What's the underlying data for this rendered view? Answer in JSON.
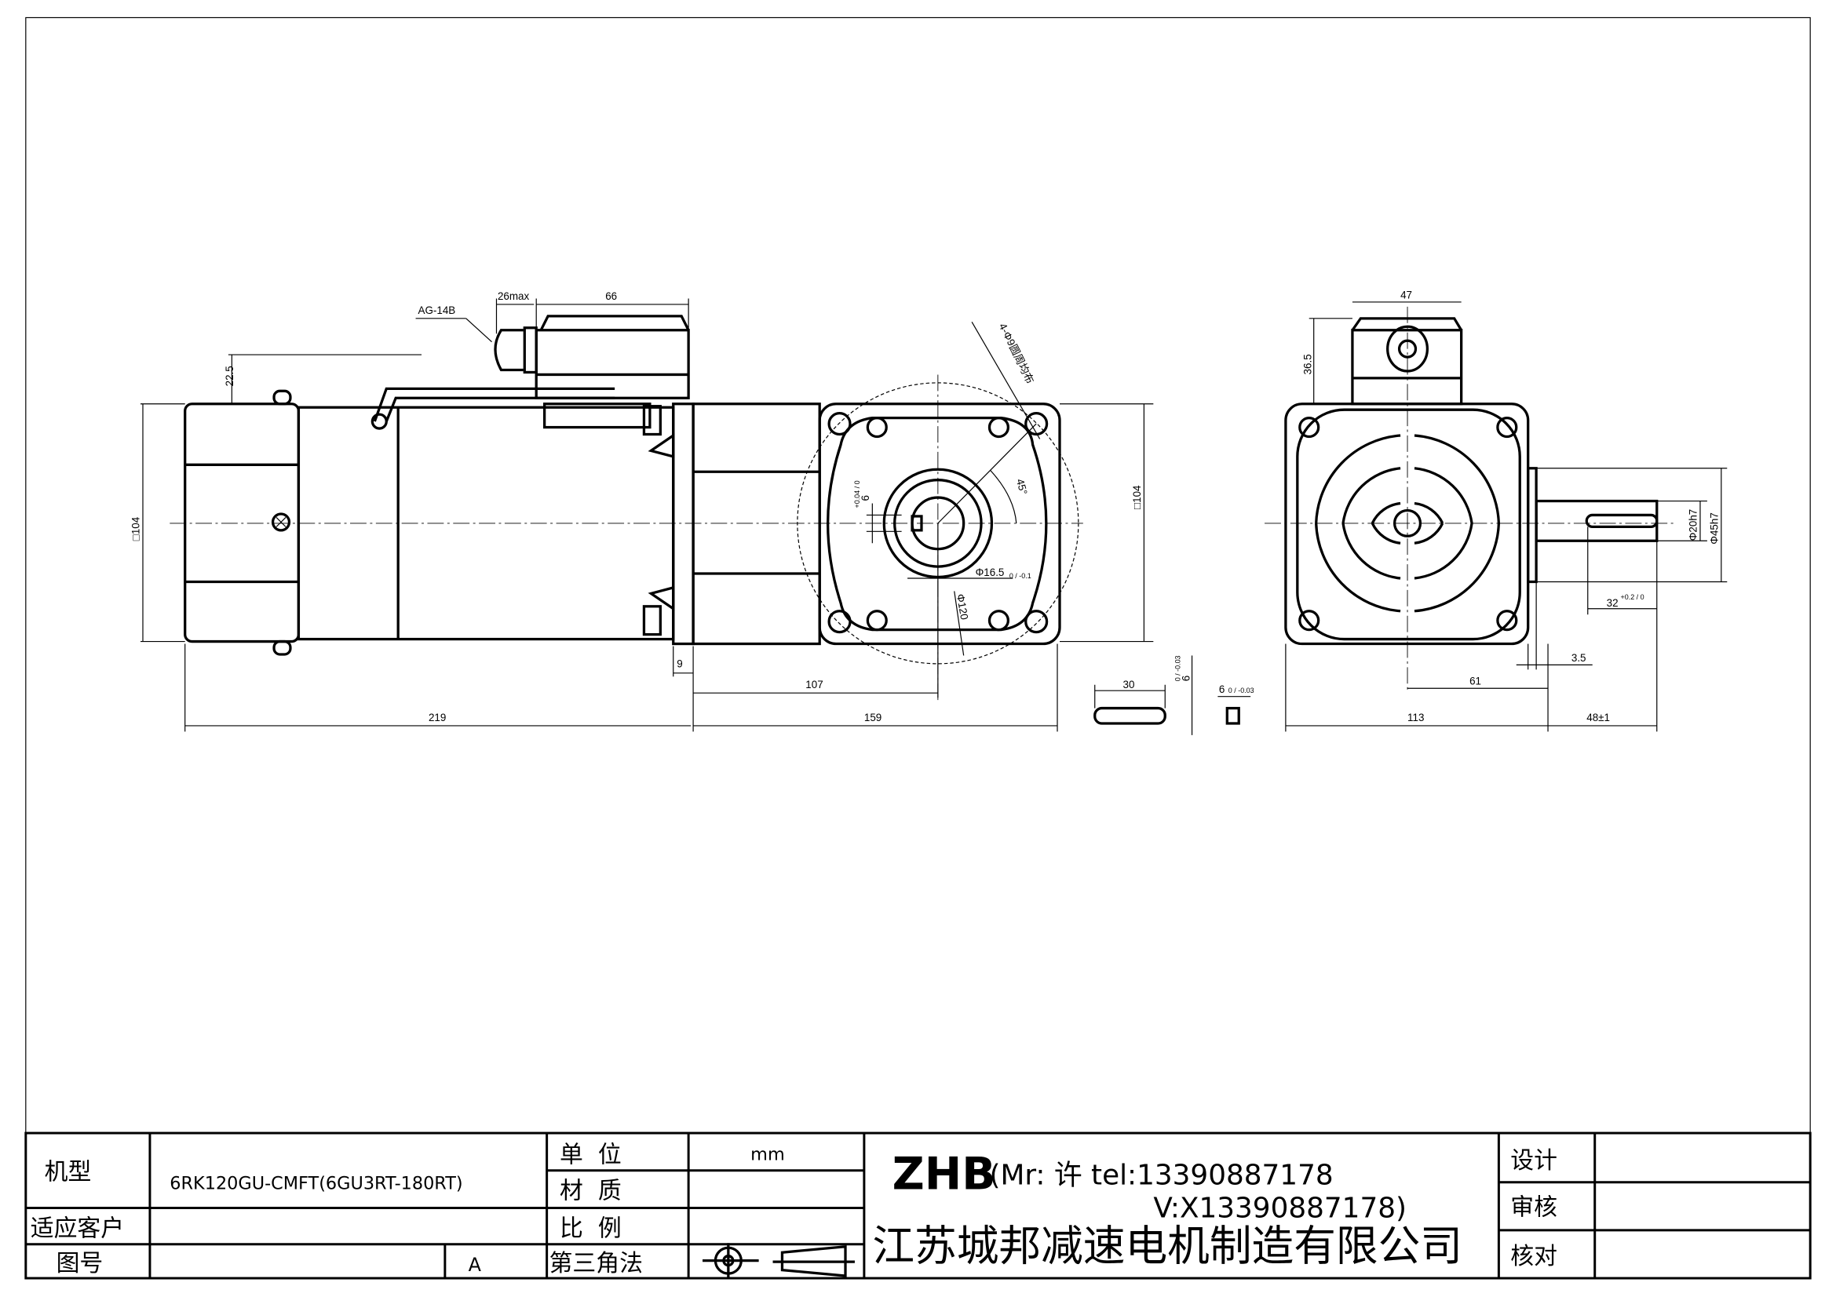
{
  "drawing": {
    "side_view": {
      "connector_label": "AG-14B",
      "dim_connector": "26max",
      "dim_box_length": "66",
      "dim_box_height": "22.5",
      "dim_square": "□104",
      "dim_flange": "9",
      "dim_motor_length": "219",
      "dim_gear_length": "159",
      "dim_shaft_offset": "107"
    },
    "front_view": {
      "holes_note": "4-Φ9圆周均布",
      "angle": "45°",
      "key_width": "6",
      "key_width_tol": "+0.04 / 0",
      "bore": "Φ16.5",
      "bore_tol": "0 / -0.1",
      "pcd": "Φ120",
      "dim_square": "□104"
    },
    "key": {
      "length": "30",
      "height": "6",
      "height_tol": "0 / -0.03",
      "width": "6",
      "width_tol": "0 / -0.03"
    },
    "end_view": {
      "dim_box_width": "47",
      "dim_box_height": "36.5",
      "shaft_dia": "Φ20h7",
      "pilot_dia": "Φ45h7",
      "key_length": "32",
      "key_length_tol": "+0.2 / 0",
      "dim_pilot": "3.5",
      "dim_center": "61",
      "dim_body": "113",
      "dim_shaft": "48±1"
    }
  },
  "title_block": {
    "model_label": "机型",
    "model_value": "6RK120GU-CMFT(6GU3RT-180RT)",
    "customer_label": "适应客户",
    "customer_value": "",
    "drawing_no_label": "图号",
    "drawing_no_value": "",
    "revision": "A",
    "unit_label": "单  位",
    "unit_value": "mm",
    "material_label": "材  质",
    "material_value": "",
    "scale_label": "比  例",
    "scale_value": "",
    "projection_label": "第三角法",
    "brand": "ZHB",
    "contact_line1": "(Mr: 许 tel:13390887178",
    "contact_line2": "V:X13390887178)",
    "company": "江苏城邦减速电机制造有限公司",
    "design_label": "设计",
    "review_label": "审核",
    "check_label": "核对"
  }
}
